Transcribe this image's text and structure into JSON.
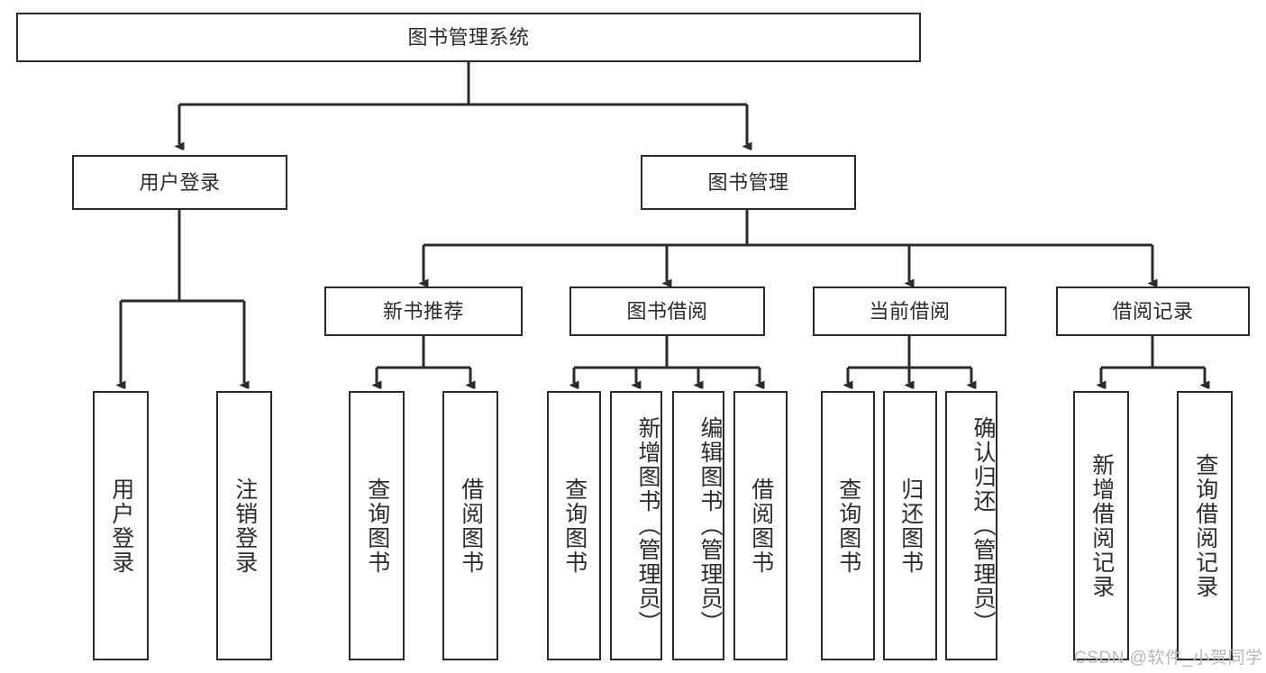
{
  "diagram": {
    "title": "图书管理系统",
    "type": "tree",
    "root": {
      "label": "图书管理系统"
    },
    "level1": [
      {
        "id": "user-login",
        "label": "用户登录"
      },
      {
        "id": "book-manage",
        "label": "图书管理"
      }
    ],
    "level2": [
      {
        "id": "new-book-recommend",
        "label": "新书推荐",
        "parent": "book-manage"
      },
      {
        "id": "book-borrow",
        "label": "图书借阅",
        "parent": "book-manage"
      },
      {
        "id": "current-borrow",
        "label": "当前借阅",
        "parent": "book-manage"
      },
      {
        "id": "borrow-record",
        "label": "借阅记录",
        "parent": "book-manage"
      }
    ],
    "leaves": [
      {
        "id": "leaf-user-login",
        "label": "用户登录",
        "parent": "user-login"
      },
      {
        "id": "leaf-user-logout",
        "label": "注销登录",
        "parent": "user-login"
      },
      {
        "id": "leaf-query-book-1",
        "label": "查询图书",
        "parent": "new-book-recommend"
      },
      {
        "id": "leaf-borrow-book-1",
        "label": "借阅图书",
        "parent": "new-book-recommend"
      },
      {
        "id": "leaf-query-book-2",
        "label": "查询图书",
        "parent": "book-borrow"
      },
      {
        "id": "leaf-add-book",
        "label": "新增图书（管理员）",
        "parent": "book-borrow"
      },
      {
        "id": "leaf-edit-book",
        "label": "编辑图书（管理员）",
        "parent": "book-borrow"
      },
      {
        "id": "leaf-borrow-book-2",
        "label": "借阅图书",
        "parent": "book-borrow"
      },
      {
        "id": "leaf-query-book-3",
        "label": "查询图书",
        "parent": "current-borrow"
      },
      {
        "id": "leaf-return-book",
        "label": "归还图书",
        "parent": "current-borrow"
      },
      {
        "id": "leaf-confirm-return",
        "label": "确认归还（管理员）",
        "parent": "current-borrow"
      },
      {
        "id": "leaf-add-record",
        "label": "新增借阅记录",
        "parent": "borrow-record"
      },
      {
        "id": "leaf-query-record",
        "label": "查询借阅记录",
        "parent": "borrow-record"
      }
    ],
    "watermark": "CSDN @软件_小贺同学",
    "colors": {
      "stroke": "#2b2b2b",
      "text": "#2b2b2b",
      "background": "#ffffff",
      "watermark": "#b8b8b8"
    }
  }
}
